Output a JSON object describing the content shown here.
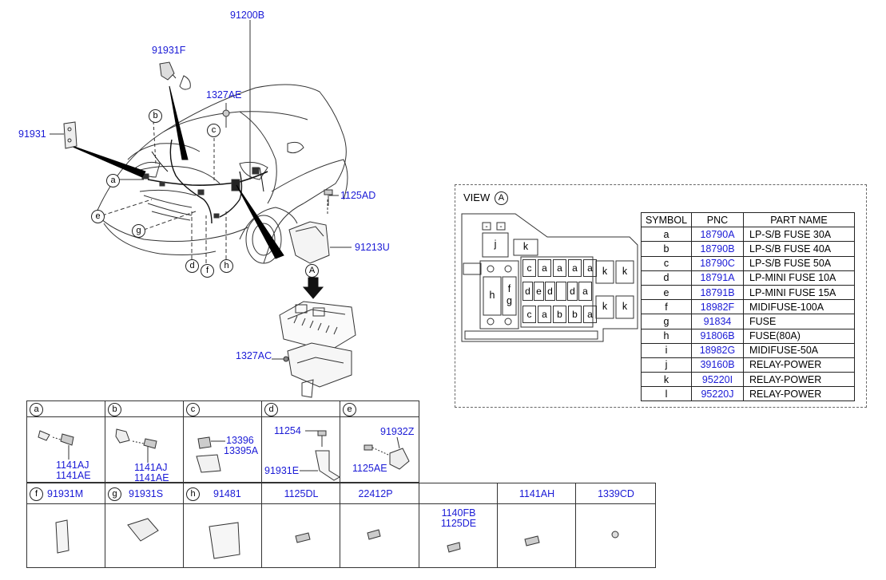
{
  "main_labels": {
    "p91200B": "91200B",
    "p91931F": "91931F",
    "p1327AE": "1327AE",
    "p91931": "91931",
    "p1125AD": "1125AD",
    "p91213U": "91213U",
    "p1327AC": "1327AC",
    "view_arrow": "A"
  },
  "callouts": [
    "a",
    "b",
    "c",
    "d",
    "e",
    "f",
    "g",
    "h"
  ],
  "view": {
    "title": "VIEW",
    "letter": "A"
  },
  "fuse_box_cells": {
    "j": "j",
    "k": "k",
    "h": "h",
    "f": "f",
    "g": "g",
    "minus1": "-",
    "minus2": "-",
    "row1": [
      "c",
      "a",
      "a",
      "a",
      "a"
    ],
    "row2": [
      "d",
      "e",
      "d",
      "",
      "d",
      "a"
    ],
    "row3": [
      "c",
      "a",
      "b",
      "b",
      "a"
    ],
    "k_right": [
      "k",
      "k",
      "k",
      "k"
    ]
  },
  "fuse_table": {
    "headers": [
      "SYMBOL",
      "PNC",
      "PART NAME"
    ],
    "rows": [
      {
        "symbol": "a",
        "pnc": "18790A",
        "name": "LP-S/B FUSE 30A"
      },
      {
        "symbol": "b",
        "pnc": "18790B",
        "name": "LP-S/B FUSE 40A"
      },
      {
        "symbol": "c",
        "pnc": "18790C",
        "name": "LP-S/B FUSE 50A"
      },
      {
        "symbol": "d",
        "pnc": "18791A",
        "name": "LP-MINI FUSE 10A"
      },
      {
        "symbol": "e",
        "pnc": "18791B",
        "name": "LP-MINI FUSE 15A"
      },
      {
        "symbol": "f",
        "pnc": "18982F",
        "name": "MIDIFUSE-100A"
      },
      {
        "symbol": "g",
        "pnc": "91834",
        "name": "FUSE"
      },
      {
        "symbol": "h",
        "pnc": "91806B",
        "name": "FUSE(80A)"
      },
      {
        "symbol": "i",
        "pnc": "18982G",
        "name": "MIDIFUSE-50A"
      },
      {
        "symbol": "j",
        "pnc": "39160B",
        "name": "RELAY-POWER"
      },
      {
        "symbol": "k",
        "pnc": "95220I",
        "name": "RELAY-POWER"
      },
      {
        "symbol": "l",
        "pnc": "95220J",
        "name": "RELAY-POWER"
      }
    ]
  },
  "detail_row1": {
    "a": {
      "letter": "a",
      "parts": [
        "1141AJ",
        "1141AE"
      ]
    },
    "b": {
      "letter": "b",
      "parts": [
        "1141AJ",
        "1141AE"
      ]
    },
    "c": {
      "letter": "c",
      "parts": [
        "13396",
        "13395A"
      ]
    },
    "d": {
      "letter": "d",
      "parts": [
        "11254",
        "91931E"
      ]
    },
    "e": {
      "letter": "e",
      "parts": [
        "91932Z",
        "1125AE"
      ]
    }
  },
  "detail_row2": {
    "f": {
      "letter": "f",
      "part": "91931M"
    },
    "g": {
      "letter": "g",
      "part": "91931S"
    },
    "h": {
      "letter": "h",
      "part": "91481"
    },
    "c4": {
      "part": "1125DL"
    },
    "c5": {
      "part": "22412P"
    },
    "c6": {
      "parts": [
        "1140FB",
        "1125DE"
      ]
    },
    "c7": {
      "part": "1141AH"
    },
    "c8": {
      "part": "1339CD"
    }
  }
}
